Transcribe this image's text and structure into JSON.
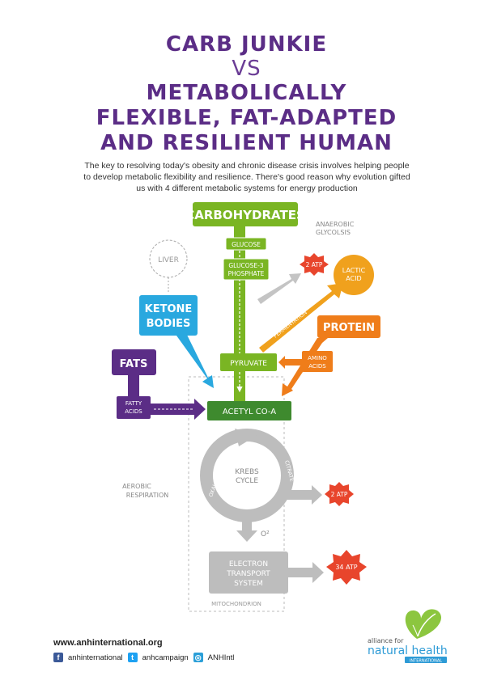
{
  "title": {
    "line1": "CARB JUNKIE",
    "line2": "VS",
    "line3": "METABOLICALLY",
    "line4": "FLEXIBLE, FAT-ADAPTED",
    "line5": "AND RESILIENT HUMAN"
  },
  "intro": "The key to resolving today's obesity and chronic disease crisis involves helping people to develop metabolic flexibility and resilience. There's good reason why evolution gifted us with 4 different metabolic systems for energy production",
  "diagram": {
    "carbohydrates": "CARBOHYDRATES",
    "anaerobic_1": "ANAEROBIC",
    "anaerobic_2": "GLYCOLSIS",
    "glucose": "GLUCOSE",
    "glucose3_1": "GLUCOSE-3",
    "glucose3_2": "PHOSPHATE",
    "liver": "LIVER",
    "atp_2a": "2 ATP",
    "lactic_1": "LACTIC",
    "lactic_2": "ACID",
    "ketone_1": "KETONE",
    "ketone_2": "BODIES",
    "fermentation": "FERMENTATION",
    "protein": "PROTEIN",
    "fats": "FATS",
    "pyruvate": "PYRUVATE",
    "amino_1": "AMINO",
    "amino_2": "ACIDS",
    "fatty_1": "FATTY",
    "fatty_2": "ACIDS",
    "acetyl": "ACETYL CO-A",
    "krebs_1": "KREBS",
    "krebs_2": "CYCLE",
    "oxaloacetate": "OXALOACETATE",
    "citrate": "CITRATE",
    "aerobic_1": "AEROBIC",
    "aerobic_2": "RESPIRATION",
    "atp_2b": "2 ATP",
    "o2": "O²",
    "etc_1": "ELECTRON",
    "etc_2": "TRANSPORT",
    "etc_3": "SYSTEM",
    "atp_34": "34 ATP",
    "mitochondrion": "MITOCHONDRION"
  },
  "footer": {
    "url": "www.anhinternational.org",
    "facebook": "anhinternational",
    "twitter": "anhcampaign",
    "instagram": "ANHIntl"
  },
  "logo": {
    "line1": "alliance for",
    "line2": "natural health",
    "line3": "INTERNATIONAL"
  },
  "colors": {
    "purple": "#5b2d86",
    "green": "#7ab523",
    "dark_green": "#3e8a2e",
    "blue": "#29a8df",
    "orange": "#ef7d1a",
    "amber": "#f0a11d",
    "red": "#e8452c",
    "grey": "#b5b5b5"
  }
}
